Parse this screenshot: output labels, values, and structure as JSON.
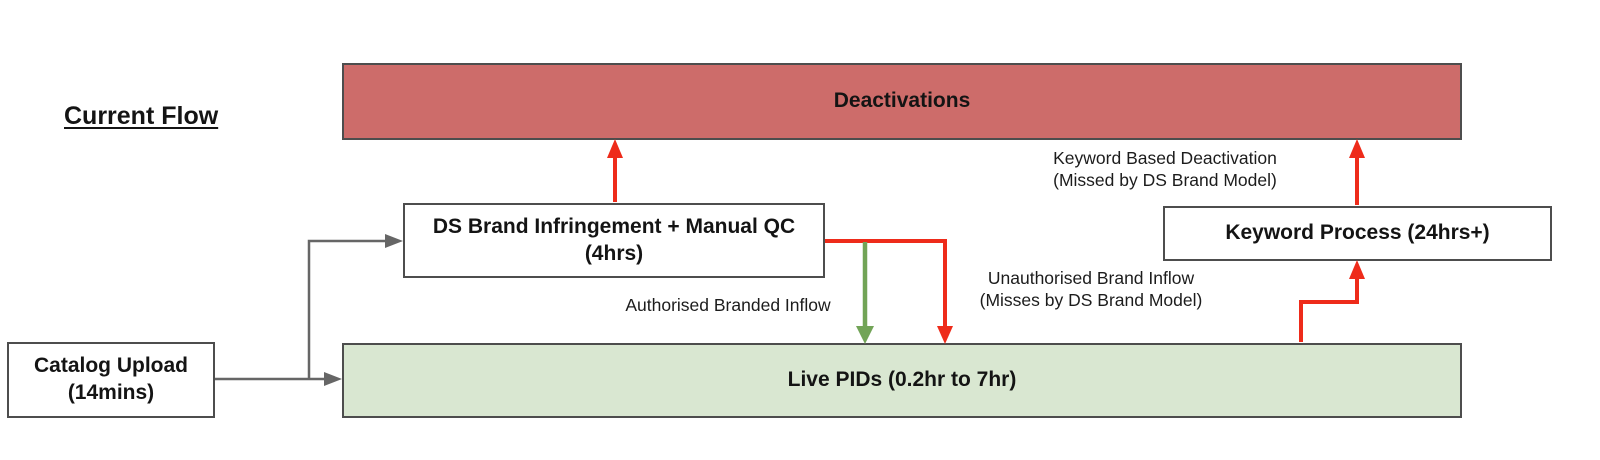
{
  "title": {
    "label": "Current Flow"
  },
  "boxes": {
    "deactivations": {
      "label": "Deactivations"
    },
    "ds_brand": {
      "line1": "DS Brand Infringement + Manual QC",
      "line2": "(4hrs)"
    },
    "keyword": {
      "label": "Keyword Process (24hrs+)"
    },
    "catalog": {
      "line1": "Catalog Upload",
      "line2": "(14mins)"
    },
    "live_pids": {
      "label": "Live PIDs (0.2hr to 7hr)"
    }
  },
  "notes": {
    "keyword_deactivation": {
      "line1": "Keyword Based Deactivation",
      "line2": "(Missed by DS Brand Model)"
    },
    "authorised": {
      "label": "Authorised Branded Inflow"
    },
    "unauthorised": {
      "line1": "Unauthorised Brand Inflow",
      "line2": "(Misses by DS Brand Model)"
    }
  },
  "colors": {
    "deactivations_fill": "#cd6c6a",
    "live_pids_fill": "#d9e7d1",
    "red_arrow": "#ee2b1a",
    "green_arrow": "#72a457",
    "gray_arrow": "#666666"
  }
}
